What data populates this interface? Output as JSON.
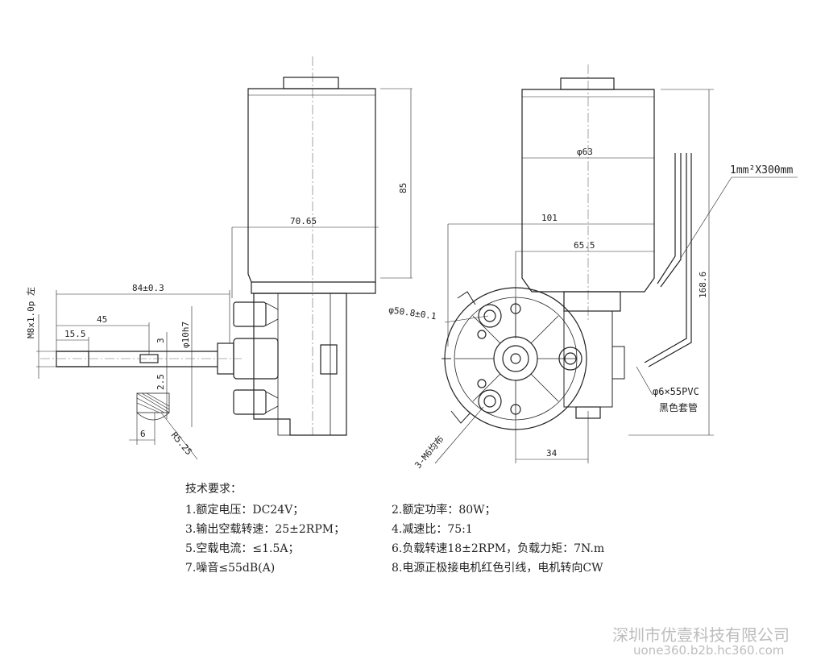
{
  "dimensions": {
    "motor_length": "85",
    "motor_width_left": "70.65",
    "motor_diameter": "φ63",
    "overall_width": "101",
    "inner_width": "65.5",
    "total_height": "168.6",
    "shaft_total": "84±0.3",
    "shaft_mid": "45",
    "shaft_short": "15.5",
    "thread": "M8x1.0p 左",
    "shaft_dia": "φ10h7",
    "key_3": "3",
    "key_2_5": "2.5",
    "key_6": "6",
    "radius": "R5.25",
    "flange_dia": "φ50.8±0.1",
    "holes": "3-M6均布",
    "bottom_offset": "34",
    "wire_spec": "1mm²X300mm",
    "sleeve_spec": "φ6×55PVC",
    "sleeve_desc": "黑色套管"
  },
  "specs": {
    "title": "技术要求：",
    "items": [
      "1.额定电压：DC24V；",
      "2.额定功率：80W；",
      "3.输出空载转速：25±2RPM；",
      "4.减速比：75:1",
      "5.空载电流：≤1.5A；",
      "6.负载转速18±2RPM，负载力矩：7N.m",
      "7.噪音≤55dB(A)",
      "8.电源正极接电机红色引线，电机转向CW"
    ]
  },
  "watermark": {
    "company": "深圳市优壹科技有限公司",
    "url": "uone360.b2b.hc360.com"
  }
}
